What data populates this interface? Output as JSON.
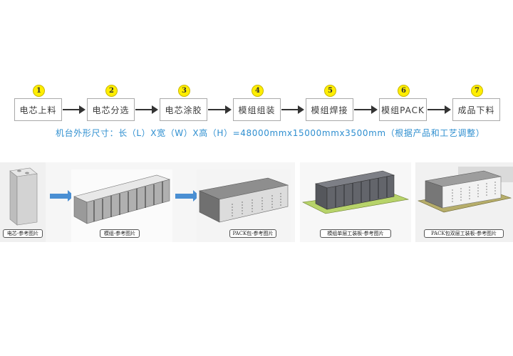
{
  "flow": {
    "steps": [
      {
        "num": "1",
        "label": "电芯上料"
      },
      {
        "num": "2",
        "label": "电芯分选"
      },
      {
        "num": "3",
        "label": "电芯涂胶"
      },
      {
        "num": "4",
        "label": "模组组装"
      },
      {
        "num": "5",
        "label": "模组焊接"
      },
      {
        "num": "6",
        "label": "模组PACK"
      },
      {
        "num": "7",
        "label": "成品下料"
      }
    ],
    "dimensions": "机台外形尺寸：长（L）X宽（W）X高（H）=48000mmx15000mmx3500mm（根据产品和工艺调整）",
    "colors": {
      "badge": "#ffee00",
      "dimensions_text": "#2f8fd0",
      "arrow": "#333333",
      "image_arrow": "#4a8fd3"
    }
  },
  "gallery": {
    "images": [
      {
        "caption": "电芯-参考图片",
        "subject": "battery-cell"
      },
      {
        "caption": "模组-参考图片",
        "subject": "battery-module"
      },
      {
        "caption": "PACK包-参考图片",
        "subject": "battery-pack"
      },
      {
        "caption": "模组单层工装板-参考图片",
        "subject": "module-single-layer-fixture"
      },
      {
        "caption": "PACK包双层工装板-参考图片",
        "subject": "pack-double-layer-fixture"
      }
    ]
  }
}
